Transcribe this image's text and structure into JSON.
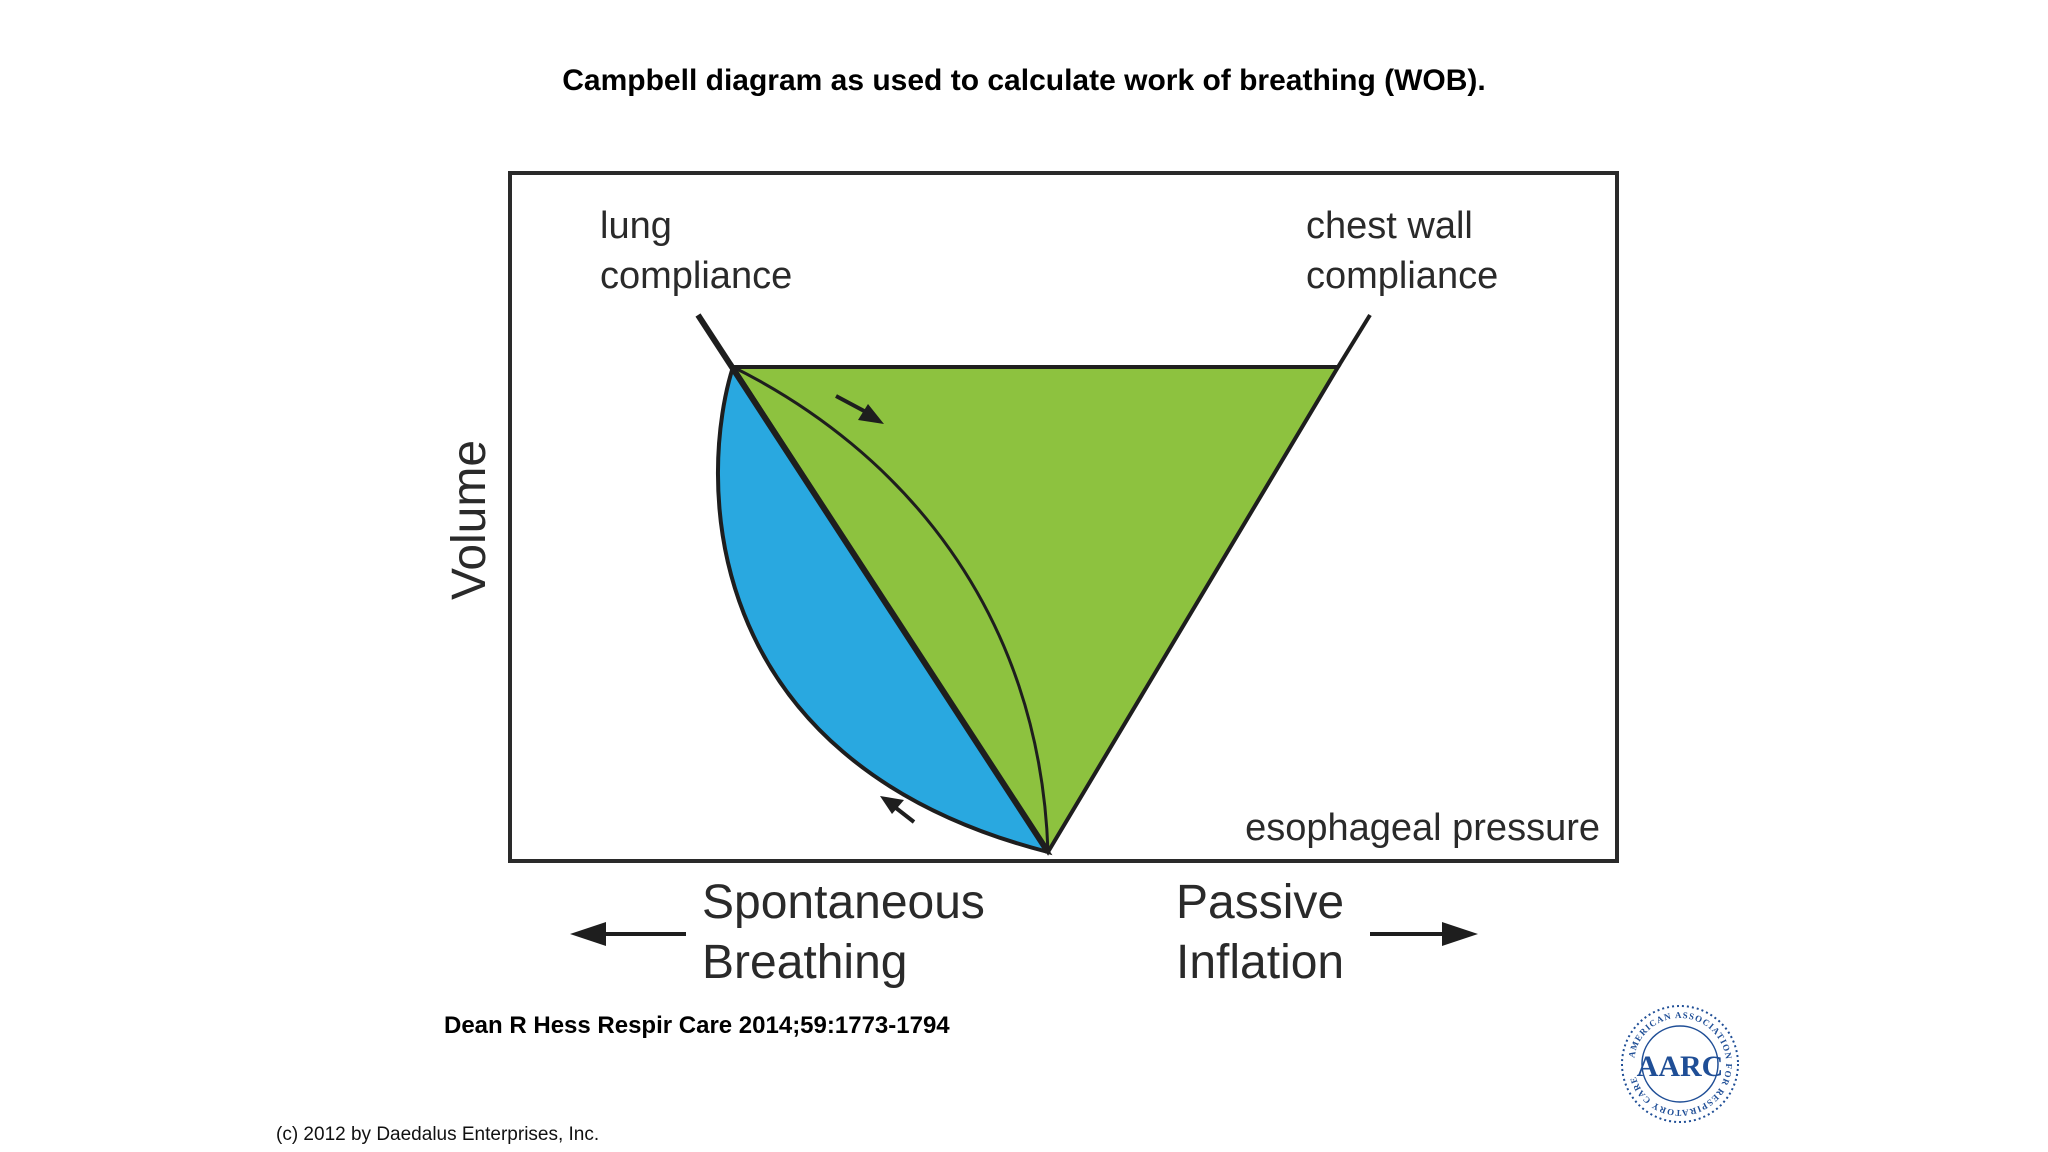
{
  "slide": {
    "title": "Campbell diagram as used to calculate work of breathing (WOB).",
    "citation": "Dean R Hess Respir Care 2014;59:1773-1794",
    "copyright": "(c) 2012 by Daedalus Enterprises, Inc."
  },
  "diagram": {
    "lung_compliance_label": [
      "lung",
      "compliance"
    ],
    "chest_wall_compliance_label": [
      "chest wall",
      "compliance"
    ],
    "y_axis_label": "Volume",
    "x_axis_label": "esophageal pressure",
    "spontaneous_label": [
      "Spontaneous",
      "Breathing"
    ],
    "passive_label": [
      "Passive",
      "Inflation"
    ],
    "colors": {
      "green_region": "#8dc23f",
      "blue_region": "#29a8e0",
      "outline": "#1e1e1e"
    }
  },
  "logo": {
    "initials": "AARC",
    "ring_text": "AMERICAN ASSOCIATION FOR RESPIRATORY CARE",
    "color": "#1f4e96"
  }
}
